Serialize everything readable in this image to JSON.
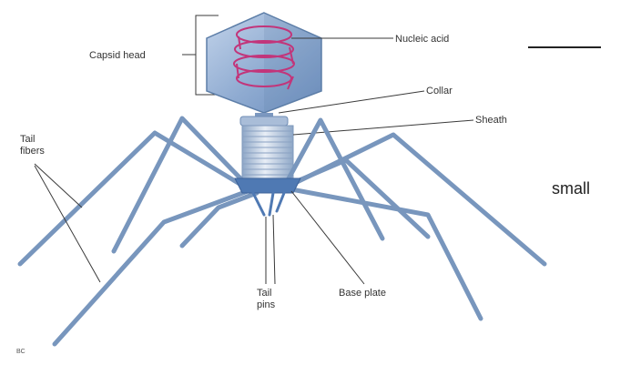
{
  "labels": {
    "capsid_head": "Capsid head",
    "nucleic_acid": "Nucleic acid",
    "collar": "Collar",
    "sheath": "Sheath",
    "tail_fibers_line1": "Tail",
    "tail_fibers_line2": "fibers",
    "tail_pins_line1": "Tail",
    "tail_pins_line2": "pins",
    "base_plate": "Base plate",
    "scale_word": "small",
    "corner_mark": "BC"
  },
  "colors": {
    "capsid": "#9db6d6",
    "capsid_edge": "#5d7ea8",
    "nucleic_acid": "#c2357a",
    "sheath": "#c9d6e6",
    "tail_fiber": "#7896bd",
    "base_plate": "#4f79b3",
    "leader_line": "#3a3a3a"
  }
}
